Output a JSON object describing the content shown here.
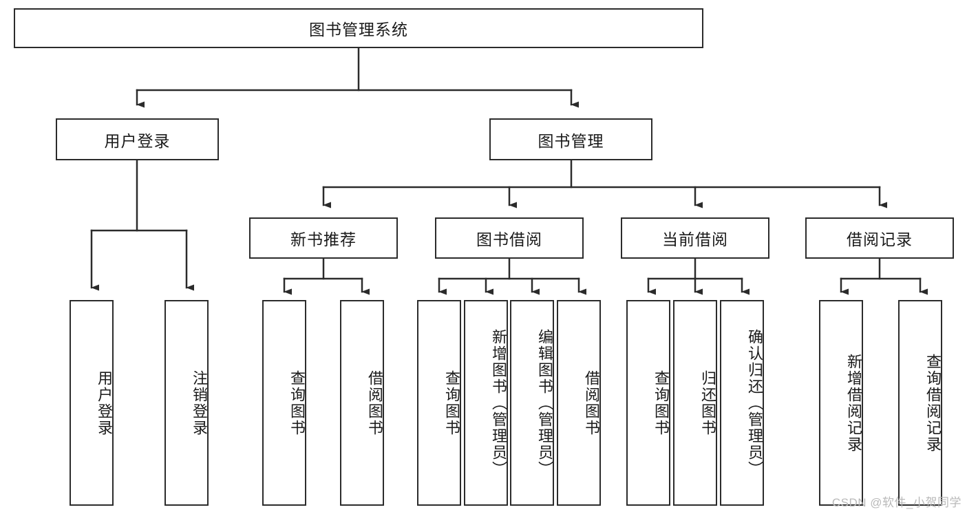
{
  "diagram": {
    "title": "图书管理系统",
    "type": "hierarchy-tree",
    "root": {
      "label": "图书管理系统"
    },
    "level2": [
      {
        "label": "用户登录"
      },
      {
        "label": "图书管理"
      }
    ],
    "level3": [
      {
        "label": "新书推荐"
      },
      {
        "label": "图书借阅"
      },
      {
        "label": "当前借阅"
      },
      {
        "label": "借阅记录"
      }
    ],
    "leaves": [
      {
        "label": "用户登录",
        "parent": "用户登录"
      },
      {
        "label": "注销登录",
        "parent": "用户登录"
      },
      {
        "label": "查询图书",
        "parent": "新书推荐"
      },
      {
        "label": "借阅图书",
        "parent": "新书推荐"
      },
      {
        "label": "查询图书",
        "parent": "图书借阅"
      },
      {
        "label": "新增图书（管理员）",
        "parent": "图书借阅"
      },
      {
        "label": "编辑图书（管理员）",
        "parent": "图书借阅"
      },
      {
        "label": "借阅图书",
        "parent": "图书借阅"
      },
      {
        "label": "查询图书",
        "parent": "当前借阅"
      },
      {
        "label": "归还图书",
        "parent": "当前借阅"
      },
      {
        "label": "确认归还（管理员）",
        "parent": "当前借阅"
      },
      {
        "label": "新增借阅记录",
        "parent": "借阅记录"
      },
      {
        "label": "查询借阅记录",
        "parent": "借阅记录"
      }
    ]
  },
  "watermark": {
    "text": "CSDN @软件_小贺同学"
  },
  "colors": {
    "stroke": "#2b2b2b",
    "box_fill": "#ffffff",
    "text": "#1a1a1a",
    "watermark": "#b9b9b9"
  }
}
